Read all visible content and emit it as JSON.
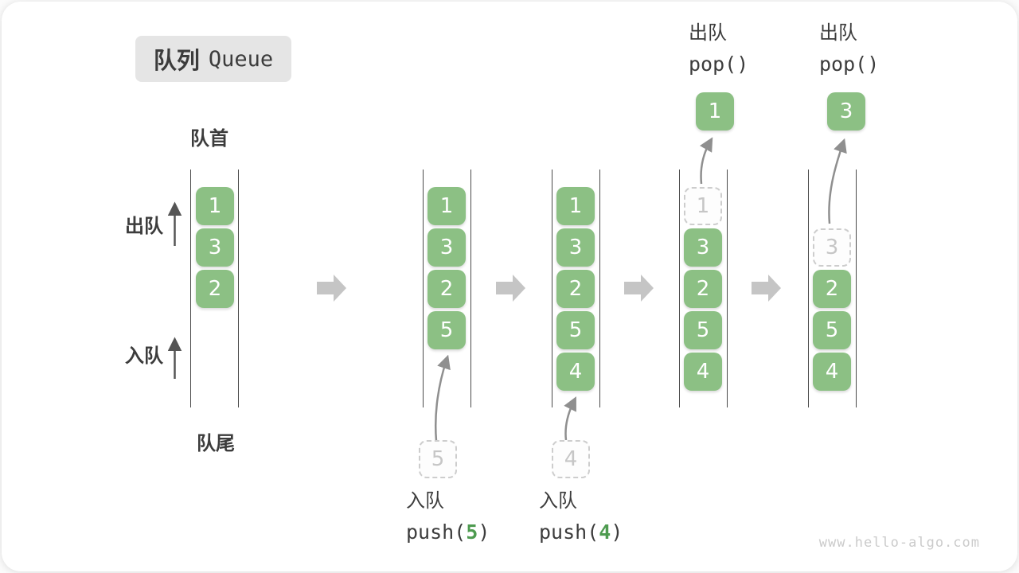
{
  "title": {
    "zh": "队列",
    "en": "Queue"
  },
  "labels": {
    "front": "队首",
    "rear": "队尾",
    "dequeue_direction": "出队",
    "enqueue_direction": "入队"
  },
  "queues": [
    {
      "items": [
        "1",
        "3",
        "2"
      ]
    },
    {
      "items": [
        "1",
        "3",
        "2",
        "5"
      ]
    },
    {
      "items": [
        "1",
        "3",
        "2",
        "5",
        "4"
      ]
    },
    {
      "ghost": "1",
      "items": [
        "3",
        "2",
        "5",
        "4"
      ]
    },
    {
      "ghost": "3",
      "items": [
        "2",
        "5",
        "4"
      ]
    }
  ],
  "operations": {
    "push5": {
      "label": "入队",
      "code_open": "push(",
      "arg": "5",
      "code_close": ")",
      "incoming_value": "5"
    },
    "push4": {
      "label": "入队",
      "code_open": "push(",
      "arg": "4",
      "code_close": ")",
      "incoming_value": "4"
    },
    "pop1": {
      "label": "出队",
      "code": "pop()",
      "popped_value": "1"
    },
    "pop2": {
      "label": "出队",
      "code": "pop()",
      "popped_value": "3"
    }
  },
  "watermark": "www.hello-algo.com",
  "colors": {
    "box_green": "#8CC084",
    "arg_green": "#4E9B50",
    "block_arrow_gray": "#C5C5C5",
    "curve_arrow_gray": "#8F8F8F",
    "wall_gray": "#4A4A4A",
    "ghost_gray": "#C6C6C6",
    "title_bg": "#E5E5E5",
    "text_dark": "#3C3C3C",
    "watermark_gray": "#CBCBCB"
  }
}
